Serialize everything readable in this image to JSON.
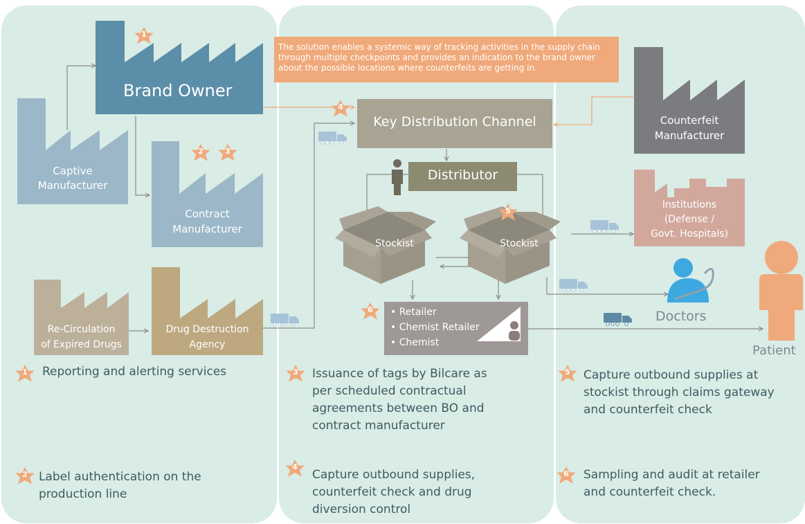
{
  "colors": {
    "panel_bg": "#d9ece6",
    "brand_owner": "#5b8ea8",
    "captive": "#9cb8c8",
    "contract": "#9cb8c8",
    "counterfeit": "#7a7c80",
    "institutions": "#d2a89c",
    "recirculation": "#bdb09a",
    "destruction": "#bea880",
    "channel_box": "#a8a392",
    "distributor_box": "#8c8a70",
    "retailer_box": "#9e9896",
    "note_bg": "#f0a97a",
    "star": "#f0a97a",
    "truck": "#a7c3d8",
    "patient": "#f0a97a",
    "doctor": "#3ea8e0"
  },
  "note": "The solution enables a systemic way of tracking activities in the supply chain through multiple checkpoints and provides an indication to the brand owner about the possible locations where counterfeits are getting in.",
  "factories": {
    "brand_owner": "Brand Owner",
    "captive_l1": "Captive",
    "captive_l2": "Manufacturer",
    "contract_l1": "Contract",
    "contract_l2": "Manufacturer",
    "counterfeit_l1": "Counterfeit",
    "counterfeit_l2": "Manufacturer",
    "institutions_l1": "Institutions",
    "institutions_l2": "(Defense /",
    "institutions_l3": "Govt. Hospitals)",
    "recirc_l1": "Re-Circulation",
    "recirc_l2": "of Expired Drugs",
    "destruction_l1": "Drug Destruction",
    "destruction_l2": "Agency"
  },
  "nodes": {
    "key_channel": "Key Distribution Channel",
    "distributor": "Distributor",
    "stockist_1": "Stockist",
    "stockist_2": "Stockist",
    "retail_items": [
      "• Retailer",
      "• Chemist Retailer",
      "• Chemist"
    ],
    "doctors": "Doctors",
    "patient": "Patient"
  },
  "stars": {
    "brand": "1",
    "contract_a": "2",
    "contract_b": "3",
    "channel": "4",
    "stockist": "5",
    "retailer": "6"
  },
  "legend": [
    {
      "num": "1",
      "text": "Reporting and alerting services"
    },
    {
      "num": "2",
      "text": "Label authentication on the production line"
    },
    {
      "num": "3",
      "text": "Issuance of tags by Bilcare as per scheduled contractual agreements between BO and contract manufacturer"
    },
    {
      "num": "4",
      "text": "Capture outbound supplies, counterfeit check and drug diversion control"
    },
    {
      "num": "5",
      "text": "Capture outbound supplies at stockist through claims gateway and counterfeit check"
    },
    {
      "num": "6",
      "text": "Sampling and audit at retailer and counterfeit check."
    }
  ]
}
